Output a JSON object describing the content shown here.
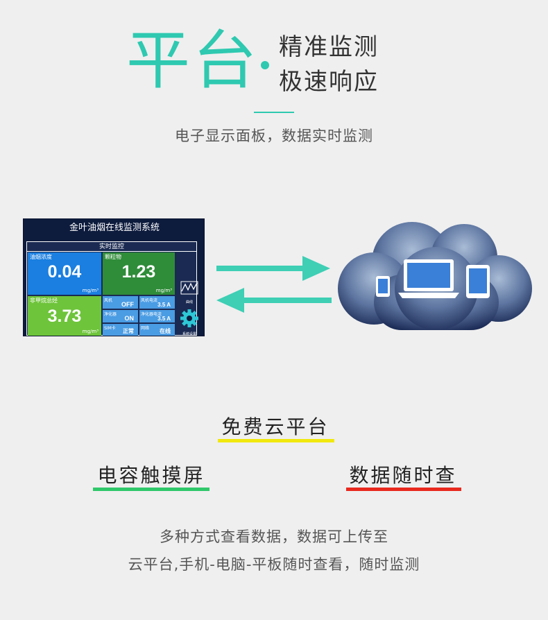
{
  "hero": {
    "title": "平台",
    "sub1": "精准监测",
    "sub2": "极速响应",
    "caption": "电子显示面板，数据实时监测"
  },
  "panel": {
    "title": "金叶油烟在线监测系统",
    "subtitle": "实时监控",
    "tiles": {
      "oil": {
        "label": "油烟浓度",
        "value": "0.04",
        "unit": "mg/m³"
      },
      "particles": {
        "label": "颗粒物",
        "value": "1.23",
        "unit": "mg/m³"
      },
      "nmhc": {
        "label": "非甲烷总烃",
        "value": "3.73",
        "unit": "mg/m³"
      }
    },
    "status": {
      "fan": {
        "label": "风机",
        "value": "OFF"
      },
      "fan_current": {
        "label": "风机电流",
        "value": "3.5 A"
      },
      "purifier": {
        "label": "净化器",
        "value": "ON"
      },
      "purifier_current": {
        "label": "净化器电流",
        "value": "3.5 A"
      },
      "sim": {
        "label": "SIM卡",
        "value": "正常"
      },
      "network": {
        "label": "网络",
        "value": "在线"
      }
    },
    "side": {
      "curve_label": "曲线",
      "settings_label": "系统设置"
    }
  },
  "features": {
    "cloud": "免费云平台",
    "touch": "电容触摸屏",
    "query": "数据随时查"
  },
  "colors": {
    "accent": "#2ec9b0",
    "yellow_line": "#f1e80f",
    "green_line": "#2fc86a",
    "red_line": "#e8281e"
  },
  "footer": {
    "line1": "多种方式查看数据，数据可上传至",
    "line2": "云平台,手机-电脑-平板随时查看，随时监测"
  }
}
